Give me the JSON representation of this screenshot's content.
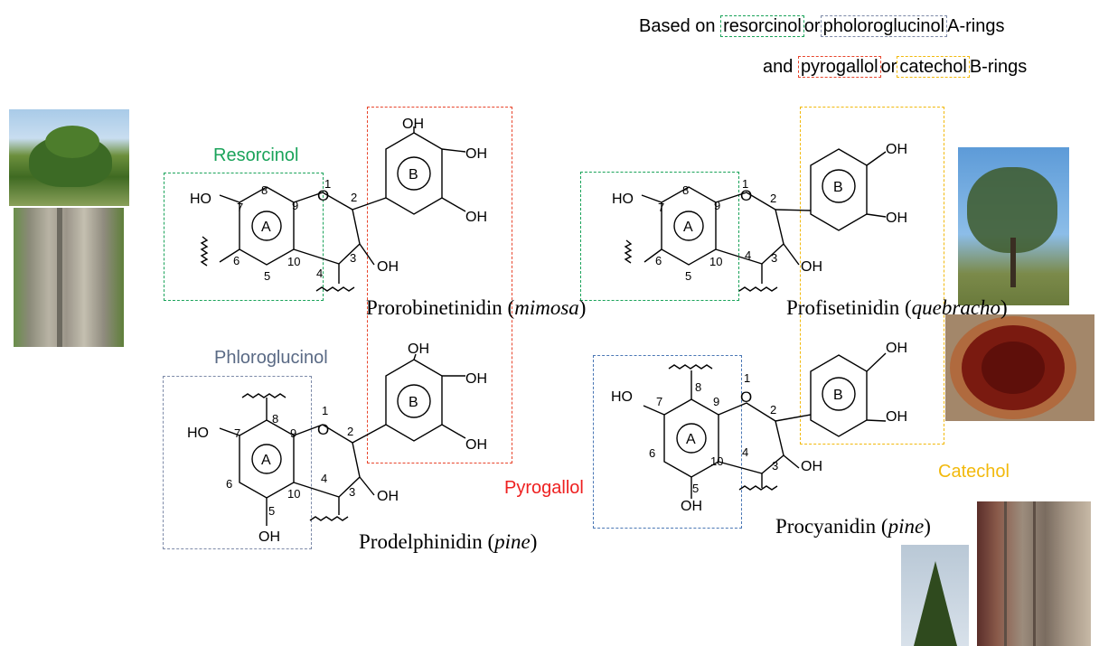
{
  "header": {
    "line1_prefix": "Based on",
    "line1_chip1": "resorcinol",
    "line1_mid": "or",
    "line1_chip2": "pholoroglucinol",
    "line1_suffix": "A-rings",
    "line2_prefix": "and",
    "line2_chip1": "pyrogallol",
    "line2_mid": "or",
    "line2_chip2": "catechol",
    "line2_suffix": "B-rings"
  },
  "ring_labels": {
    "resorcinol": "Resorcinol",
    "phloroglucinol": "Phloroglucinol",
    "pyrogallol": "Pyrogallol",
    "catechol": "Catechol"
  },
  "captions": {
    "prorobinetinidin_name": "Prorobinetinidin",
    "prorobinetinidin_source": "mimosa",
    "profisetinidin_name": "Profisetinidin",
    "profisetinidin_source": "quebracho",
    "prodelphinidin_name": "Prodelphinidin",
    "prodelphinidin_source": "pine",
    "procyanidin_name": "Procyanidin",
    "procyanidin_source": "pine"
  },
  "atoms": {
    "ho": "HO",
    "oh": "OH",
    "o": "O",
    "ring_a": "A",
    "ring_b": "B",
    "n1": "1",
    "n2": "2",
    "n3": "3",
    "n4": "4",
    "n5": "5",
    "n6": "6",
    "n7": "7",
    "n8": "8",
    "n9": "9",
    "n10": "10"
  },
  "colors": {
    "resorcinol": "#1aa35a",
    "phloroglucinol": "#7d8aa8",
    "phloroglucinol_alt": "#4a77b5",
    "pyrogallol": "#e8452c",
    "catechol": "#f2b90c",
    "pyrogallol_text": "#ee2020",
    "catechol_text": "#f2b90c",
    "resorcinol_text": "#1aa35a",
    "phloroglucinol_text": "#5a6a85"
  },
  "photos": {
    "mimosa_tree": "mimosa-tree-photo",
    "mimosa_bark": "mimosa-bark-photo",
    "quebracho_tree": "quebracho-tree-photo",
    "quebracho_wood": "quebracho-wood-photo",
    "pine_tree": "pine-tree-photo",
    "pine_bark": "pine-bark-photo"
  }
}
